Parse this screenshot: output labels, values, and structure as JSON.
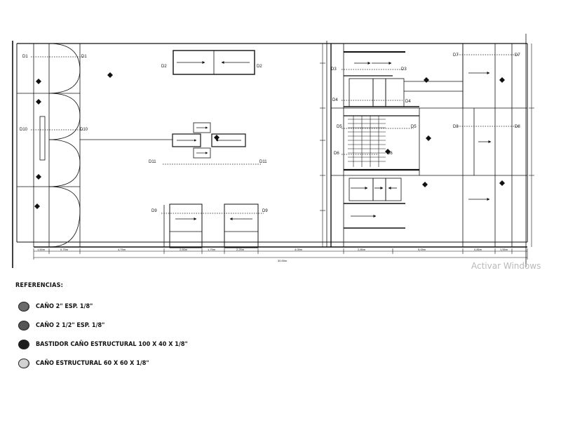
{
  "plan": {
    "nodes": [
      {
        "id": "d1l",
        "label": "D1"
      },
      {
        "id": "d1r",
        "label": "D1"
      },
      {
        "id": "d2l",
        "label": "D2"
      },
      {
        "id": "d2r",
        "label": "D2"
      },
      {
        "id": "d10l",
        "label": "D10"
      },
      {
        "id": "d10r",
        "label": "D10"
      },
      {
        "id": "d11l",
        "label": "D11"
      },
      {
        "id": "d11r",
        "label": "D11"
      },
      {
        "id": "d9l",
        "label": "D9"
      },
      {
        "id": "d9r",
        "label": "D9"
      },
      {
        "id": "d3l",
        "label": "D3"
      },
      {
        "id": "d3r",
        "label": "D3"
      },
      {
        "id": "d4l",
        "label": "D4"
      },
      {
        "id": "d4r",
        "label": "D4"
      },
      {
        "id": "d5l",
        "label": "D5"
      },
      {
        "id": "d5r",
        "label": "D5"
      },
      {
        "id": "d6l",
        "label": "D6"
      },
      {
        "id": "d6r",
        "label": "D6"
      },
      {
        "id": "d7l",
        "label": "D7"
      },
      {
        "id": "d7r",
        "label": "D7"
      },
      {
        "id": "d8l",
        "label": "D8"
      },
      {
        "id": "d8r",
        "label": "D8"
      }
    ],
    "bottom_dimensions": [
      "1,50m",
      "0,75m",
      "4,75m",
      "2,65m",
      "1,75m",
      "2,25m",
      "4,05m",
      "2,85m",
      "5,05m",
      "0,85m",
      "1,55m"
    ],
    "total_dimension": "30,50m"
  },
  "watermark": "Activar Windows",
  "legend": {
    "title": "REFERENCIAS:",
    "items": [
      {
        "label": "CAÑO 2\" ESP. 1/8\"",
        "color": "#6a6a6a"
      },
      {
        "label": "CAÑO 2 1/2\" ESP. 1/8\"",
        "color": "#555555"
      },
      {
        "label": "BASTIDOR CAÑO ESTRUCTURAL 100 X 40 X 1/8\"",
        "color": "#1e1e1e"
      },
      {
        "label": "CAÑO ESTRUCTURAL 60 X 60 X 1/8\"",
        "color": "#d2d2d2"
      }
    ]
  }
}
